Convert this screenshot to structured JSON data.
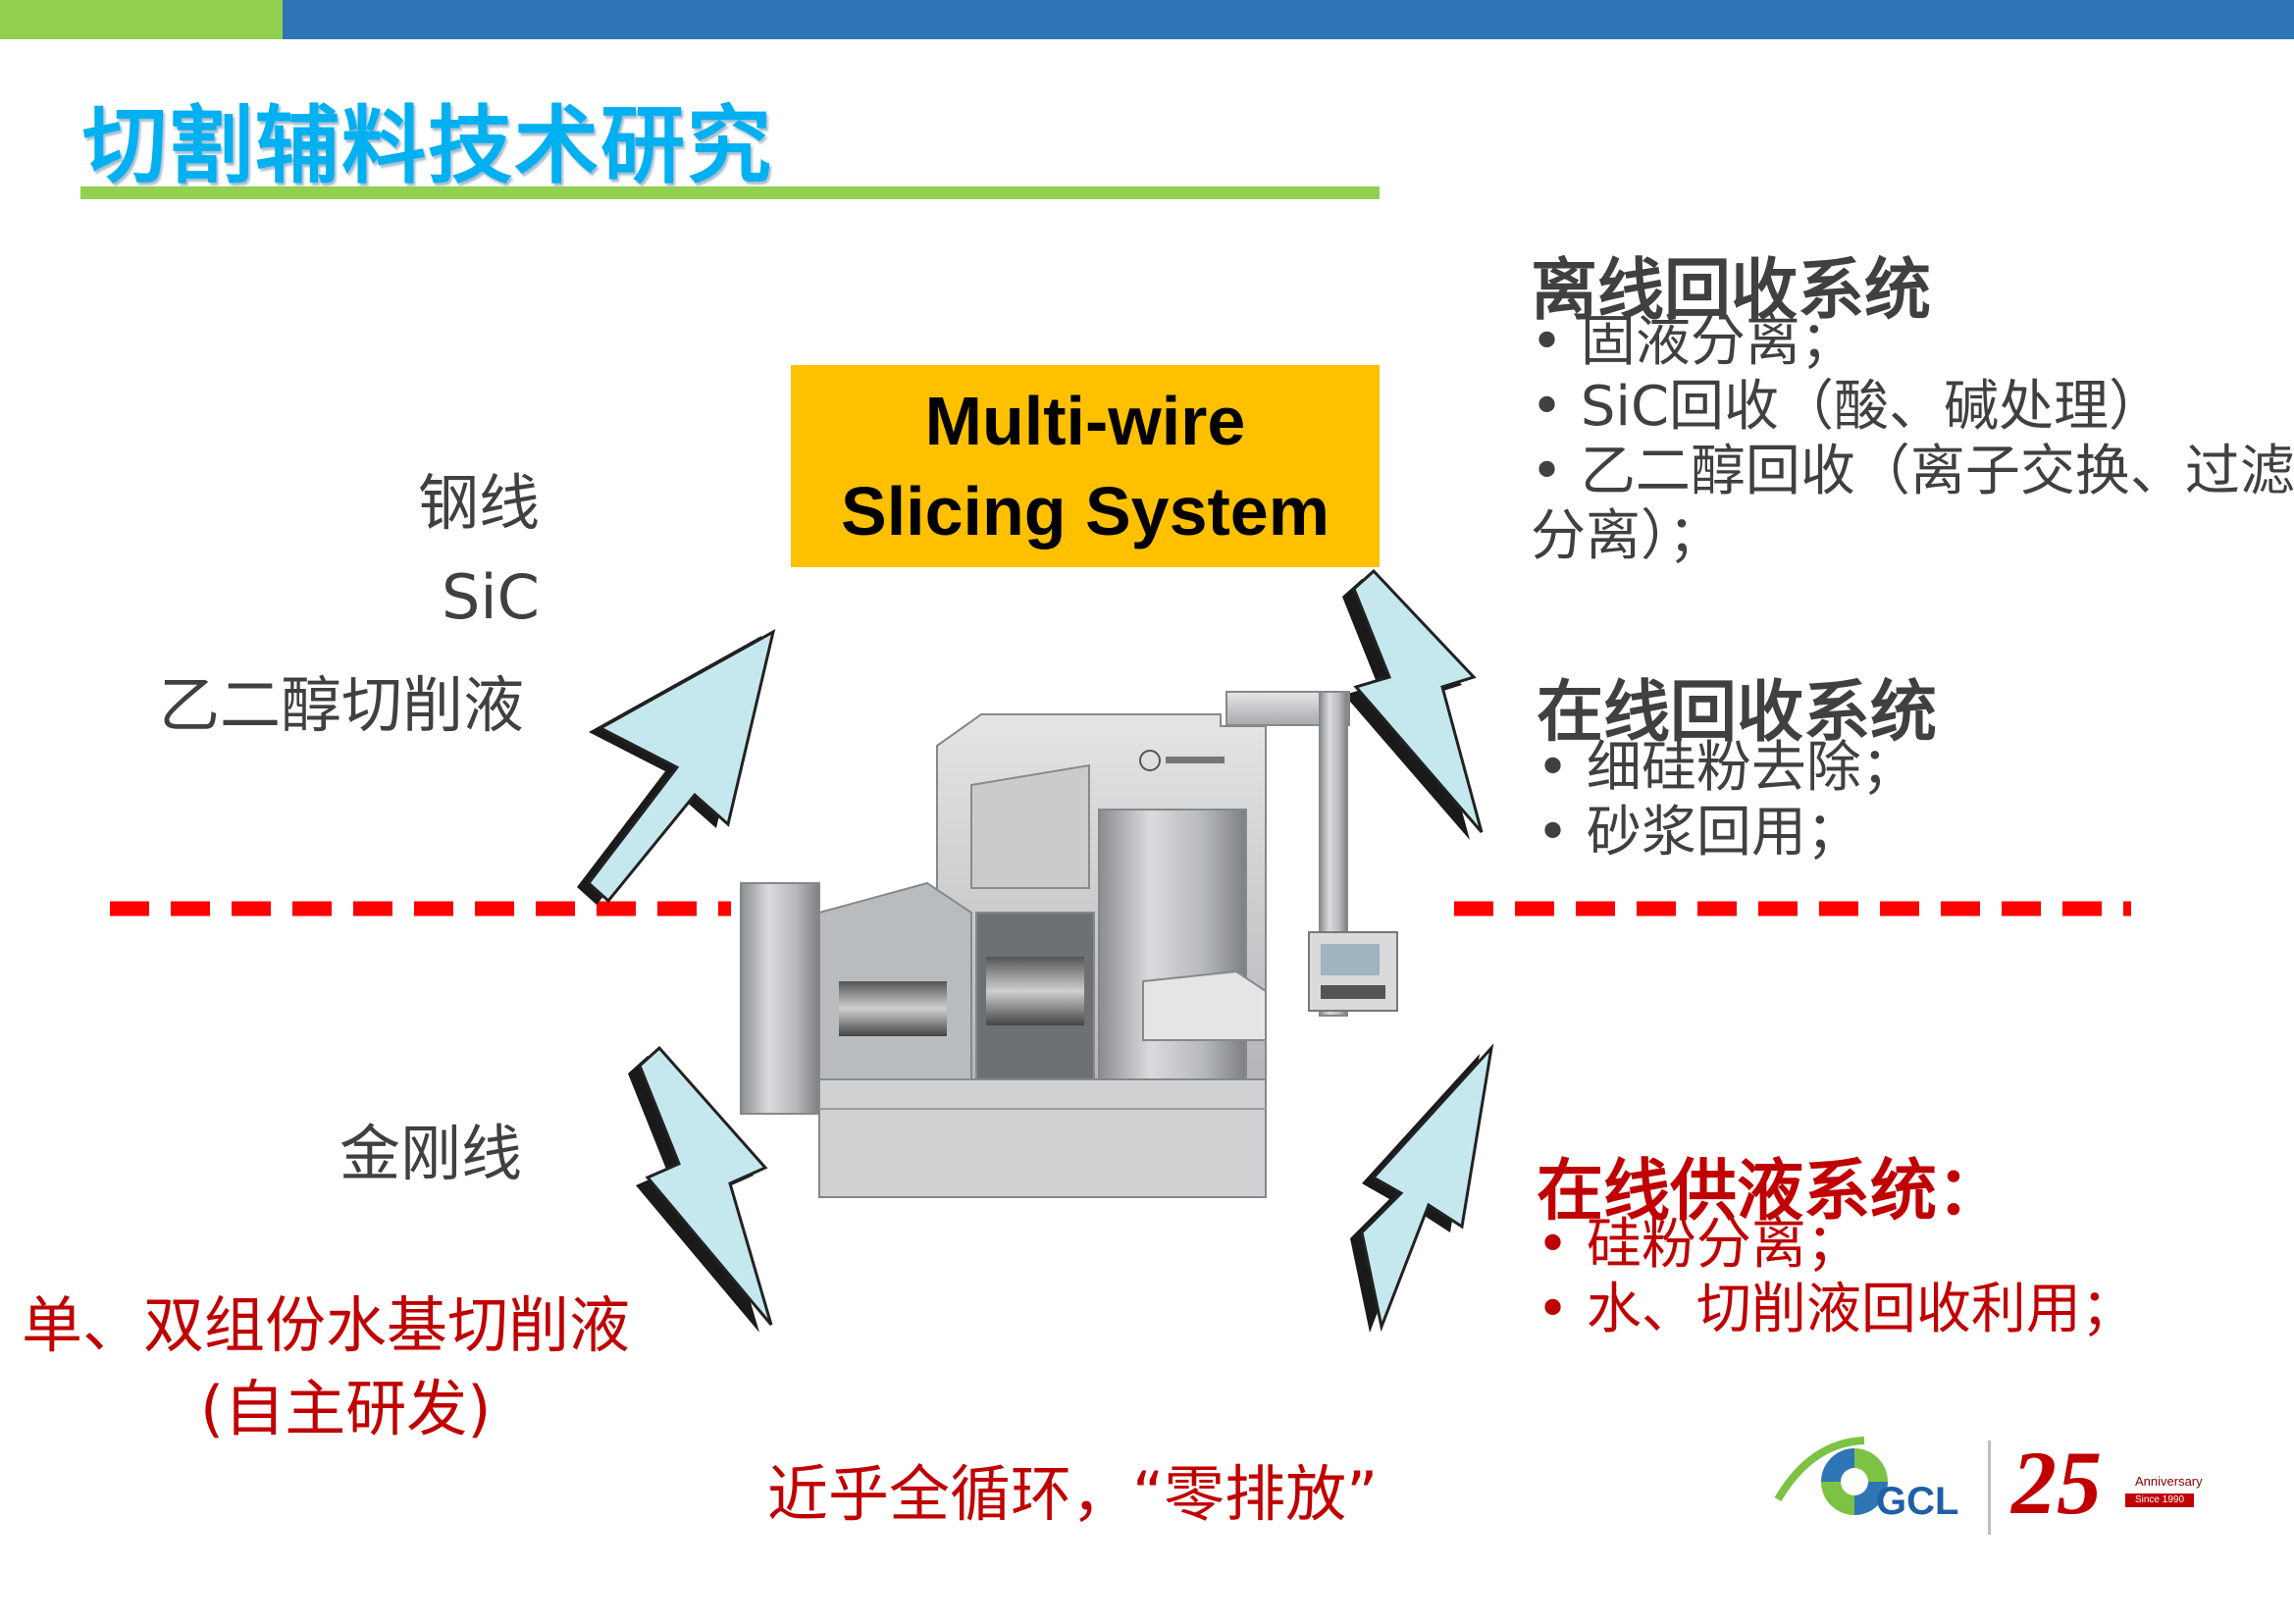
{
  "slide": {
    "title": "切割辅料技术研究",
    "center_box": {
      "line1": "Multi-wire",
      "line2": "Slicing System"
    },
    "upper_left_inputs": [
      "钢线",
      "SiC",
      "乙二醇切削液"
    ],
    "lower_left_inputs": {
      "item": "金刚线",
      "fluid": "单、双组份水基切削液",
      "fluid_note": "(自主研发)"
    },
    "offline_recovery": {
      "heading": "离线回收系统",
      "bullets": [
        "• 固液分离；",
        "• SiC回收（酸、碱处理）",
        "• 乙二醇回收（离子交换、过滤",
        "分离）；"
      ]
    },
    "online_recovery": {
      "heading": "在线回收系统",
      "bullets": [
        "• 细硅粉去除；",
        "• 砂浆回用；"
      ]
    },
    "online_supply": {
      "heading": "在线供液系统：",
      "bullets": [
        "• 硅粉分离；",
        "• 水、切削液回收利用；"
      ]
    },
    "slogan": "近乎全循环，“零排放”",
    "logo": {
      "company": "GCL",
      "anniversary_number": "25",
      "anniversary_word": "Anniversary",
      "anniversary_since": "Since 1990"
    }
  },
  "colors": {
    "title": "#00b0f0",
    "accent_green": "#92d050",
    "accent_blue": "#2e75b6",
    "box_yellow": "#ffc000",
    "highlight_red": "#c00000",
    "dash_red": "#ff0000",
    "arrow_fill": "#c5e8ee",
    "body_text": "#404040"
  },
  "icons": [
    "slicing-machine-image",
    "gcl-logo-icon",
    "arrow-icon"
  ]
}
